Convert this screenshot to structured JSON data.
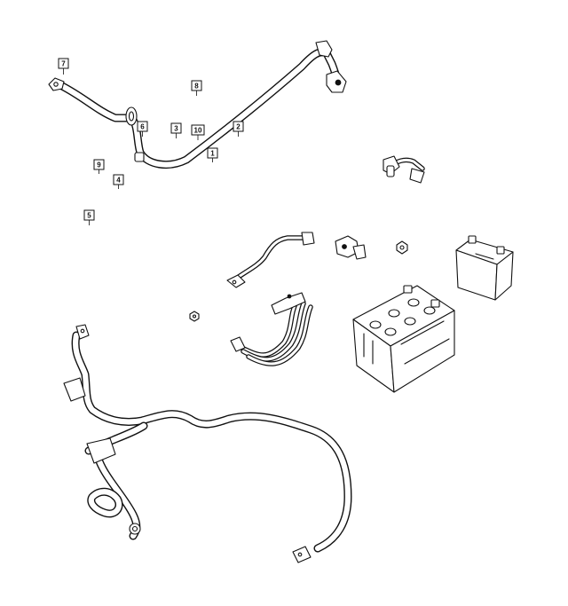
{
  "diagram": {
    "callouts": [
      {
        "id": "7",
        "label": "7"
      },
      {
        "id": "8",
        "label": "8"
      },
      {
        "id": "6",
        "label": "6"
      },
      {
        "id": "3",
        "label": "3"
      },
      {
        "id": "10",
        "label": "10"
      },
      {
        "id": "2",
        "label": "2"
      },
      {
        "id": "1",
        "label": "1"
      },
      {
        "id": "9",
        "label": "9"
      },
      {
        "id": "4",
        "label": "4"
      },
      {
        "id": "5",
        "label": "5"
      }
    ]
  }
}
